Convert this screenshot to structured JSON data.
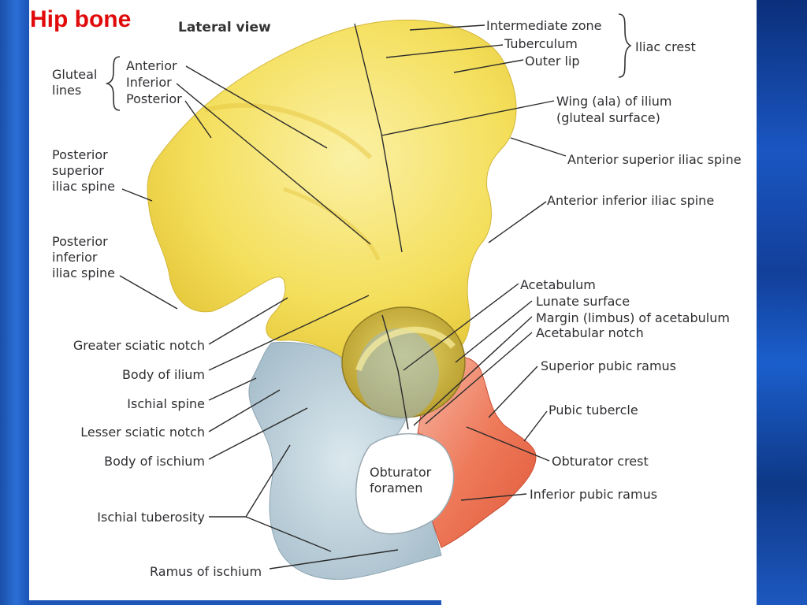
{
  "slide_title": "Hip bone",
  "view_label": "Lateral view",
  "group_labels": {
    "gluteal_lines": [
      "Gluteal",
      "lines"
    ],
    "iliac_crest": "Iliac crest"
  },
  "labels": {
    "anterior": "Anterior",
    "inferior": "Inferior",
    "posterior": "Posterior",
    "posterior_superior_iliac_spine": [
      "Posterior",
      "superior",
      "iliac spine"
    ],
    "posterior_inferior_iliac_spine": [
      "Posterior",
      "inferior",
      "iliac spine"
    ],
    "greater_sciatic_notch": "Greater sciatic notch",
    "body_of_ilium": "Body of ilium",
    "ischial_spine": "Ischial spine",
    "lesser_sciatic_notch": "Lesser sciatic notch",
    "body_of_ischium": "Body of ischium",
    "ischial_tuberosity": "Ischial tuberosity",
    "ramus_of_ischium": "Ramus of ischium",
    "obturator_foramen": [
      "Obturator",
      "foramen"
    ],
    "intermediate_zone": "Intermediate zone",
    "tuberculum": "Tuberculum",
    "outer_lip": "Outer lip",
    "wing_of_ilium": [
      "Wing (ala) of ilium",
      "(gluteal surface)"
    ],
    "anterior_superior_iliac_spine": "Anterior superior iliac spine",
    "anterior_inferior_iliac_spine": "Anterior inferior iliac spine",
    "acetabulum": "Acetabulum",
    "lunate_surface": "Lunate surface",
    "margin_of_acetabulum": "Margin (limbus) of acetabulum",
    "acetabular_notch": "Acetabular notch",
    "superior_pubic_ramus": "Superior pubic ramus",
    "pubic_tubercle": "Pubic tubercle",
    "obturator_crest": "Obturator crest",
    "inferior_pubic_ramus": "Inferior pubic ramus"
  },
  "colors": {
    "ilium": "#f3de5a",
    "ischium": "#b9cfd9",
    "pubis": "#ef7a5c",
    "title": "#e10a0a"
  }
}
